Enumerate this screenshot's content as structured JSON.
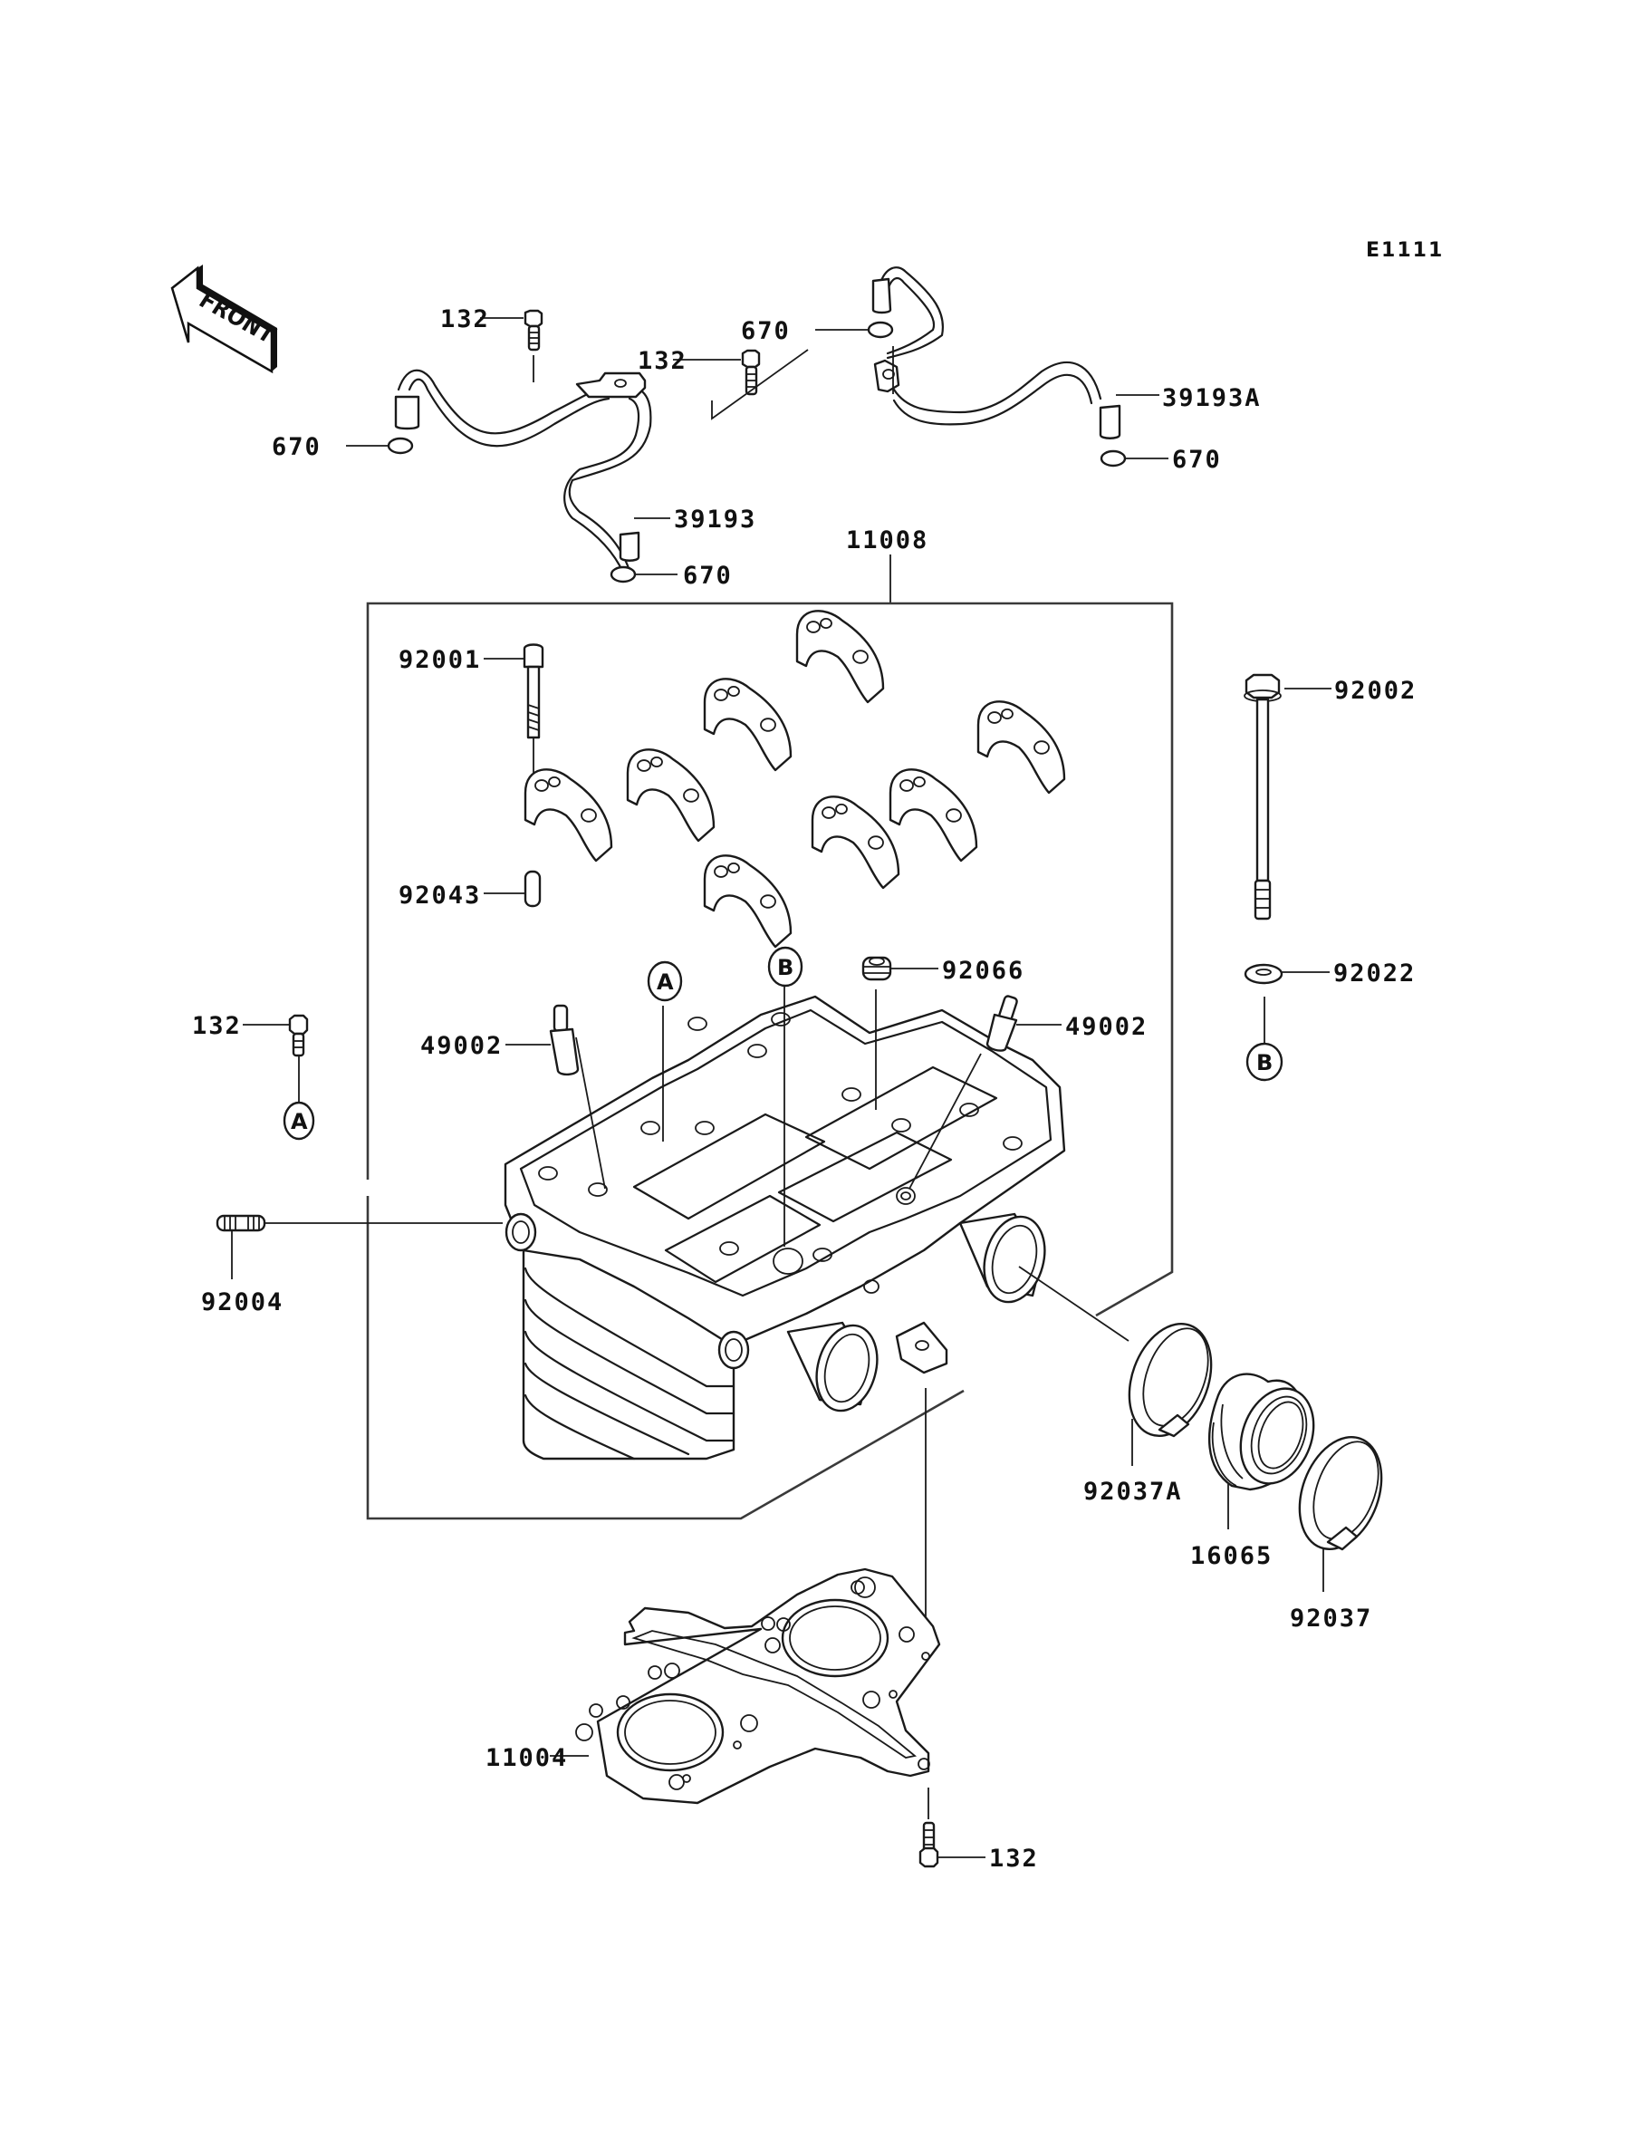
{
  "diagram": {
    "code": "E1111",
    "front_label": "FRONT",
    "ref_markers": {
      "a": "A",
      "b": "B"
    },
    "callouts": {
      "bolt_132_oil_pipe_left": "132",
      "bolt_132_oil_pipe_right": "132",
      "oring_670_left_top": "670",
      "oring_670_left_bottom": "670",
      "oring_670_right_top": "670",
      "oring_670_right_bottom": "670",
      "oil_pipe_39193": "39193",
      "oil_pipe_39193a": "39193A",
      "cylinder_head_11008": "11008",
      "bolt_92001": "92001",
      "dowel_92043": "92043",
      "bolt_92002": "92002",
      "washer_92022": "92022",
      "plug_92066": "92066",
      "valve_guide_49002_left": "49002",
      "valve_guide_49002_right": "49002",
      "bolt_132_side": "132",
      "stud_92004": "92004",
      "clamp_92037a": "92037A",
      "holder_16065": "16065",
      "clamp_92037": "92037",
      "gasket_11004": "11004",
      "bolt_132_bottom": "132"
    }
  }
}
